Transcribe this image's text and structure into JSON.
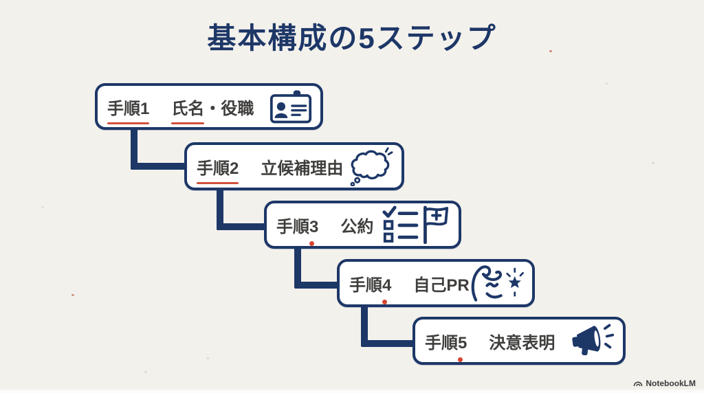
{
  "title": "基本構成の5ステップ",
  "colors": {
    "navy": "#1d3767",
    "paper": "#f3f1ec",
    "box_background": "#ffffff",
    "text_gray": "#3f3e3c",
    "underline_red": "#d0503c",
    "dot_red": "#d7452f"
  },
  "steps": [
    {
      "label": "手順1",
      "marker": "underline",
      "icon": "id-card-icon",
      "topic_parts": [
        {
          "text": "氏名",
          "underline": true
        },
        {
          "text": "・役職",
          "underline": false
        }
      ]
    },
    {
      "label": "手順2",
      "marker": "underline",
      "icon": "thought-bubble-icon",
      "topic_parts": [
        {
          "text": "立候補理由",
          "underline": false
        }
      ]
    },
    {
      "label": "手順3",
      "marker": "dot",
      "icon": "checklist-flag-icon",
      "topic_parts": [
        {
          "text": "公約",
          "underline": false
        }
      ]
    },
    {
      "label": "手順4",
      "marker": "dot",
      "icon": "muscle-star-icon",
      "topic_parts": [
        {
          "text": "自己PR",
          "underline": false
        }
      ]
    },
    {
      "label": "手順5",
      "marker": "dot",
      "icon": "megaphone-icon",
      "topic_parts": [
        {
          "text": "決意表明",
          "underline": false
        }
      ]
    }
  ],
  "watermark": {
    "label": "NotebookLM"
  }
}
